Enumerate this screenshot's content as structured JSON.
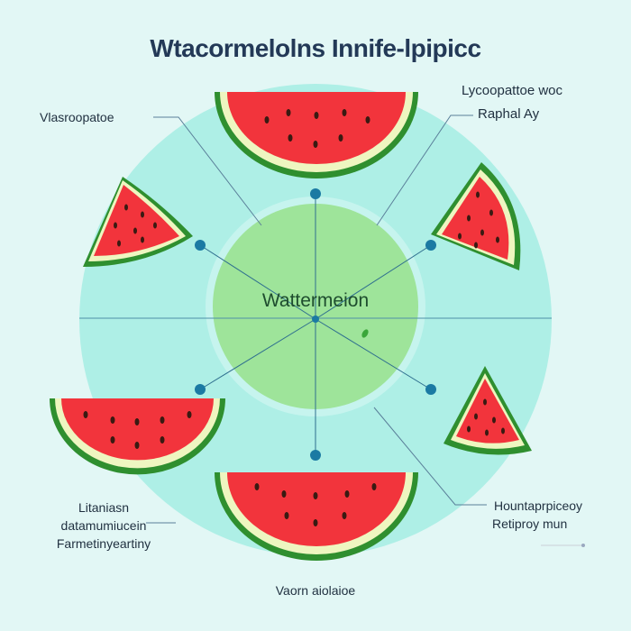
{
  "title": "Wtacormelolns Innife-lpipicc",
  "center_label": "Wattermeion",
  "labels": {
    "top_left": "Vlasroopatoe",
    "top_right_1": "Lycoopattoe woc",
    "top_right_2": "Raphal Ay",
    "bottom_left_1": "Litaniasn",
    "bottom_left_2": "datamumiucein",
    "bottom_left_3": "Farmetinyeartiny",
    "bottom_right_1": "Hountaprpiceoy",
    "bottom_right_2": "Retiproy mun",
    "bottom": "Vaorn aiolaioe"
  },
  "colors": {
    "background": "#e2f7f5",
    "outer_circle": "#aeefe6",
    "inner_circle": "#9ee49a",
    "connector": "#2f6f8f",
    "dot": "#1b7aa3",
    "flesh": "#f2343c",
    "rind_light": "#eef6c0",
    "rind_dark": "#2f8f2f",
    "seed": "#3a1a12",
    "title": "#233957"
  }
}
